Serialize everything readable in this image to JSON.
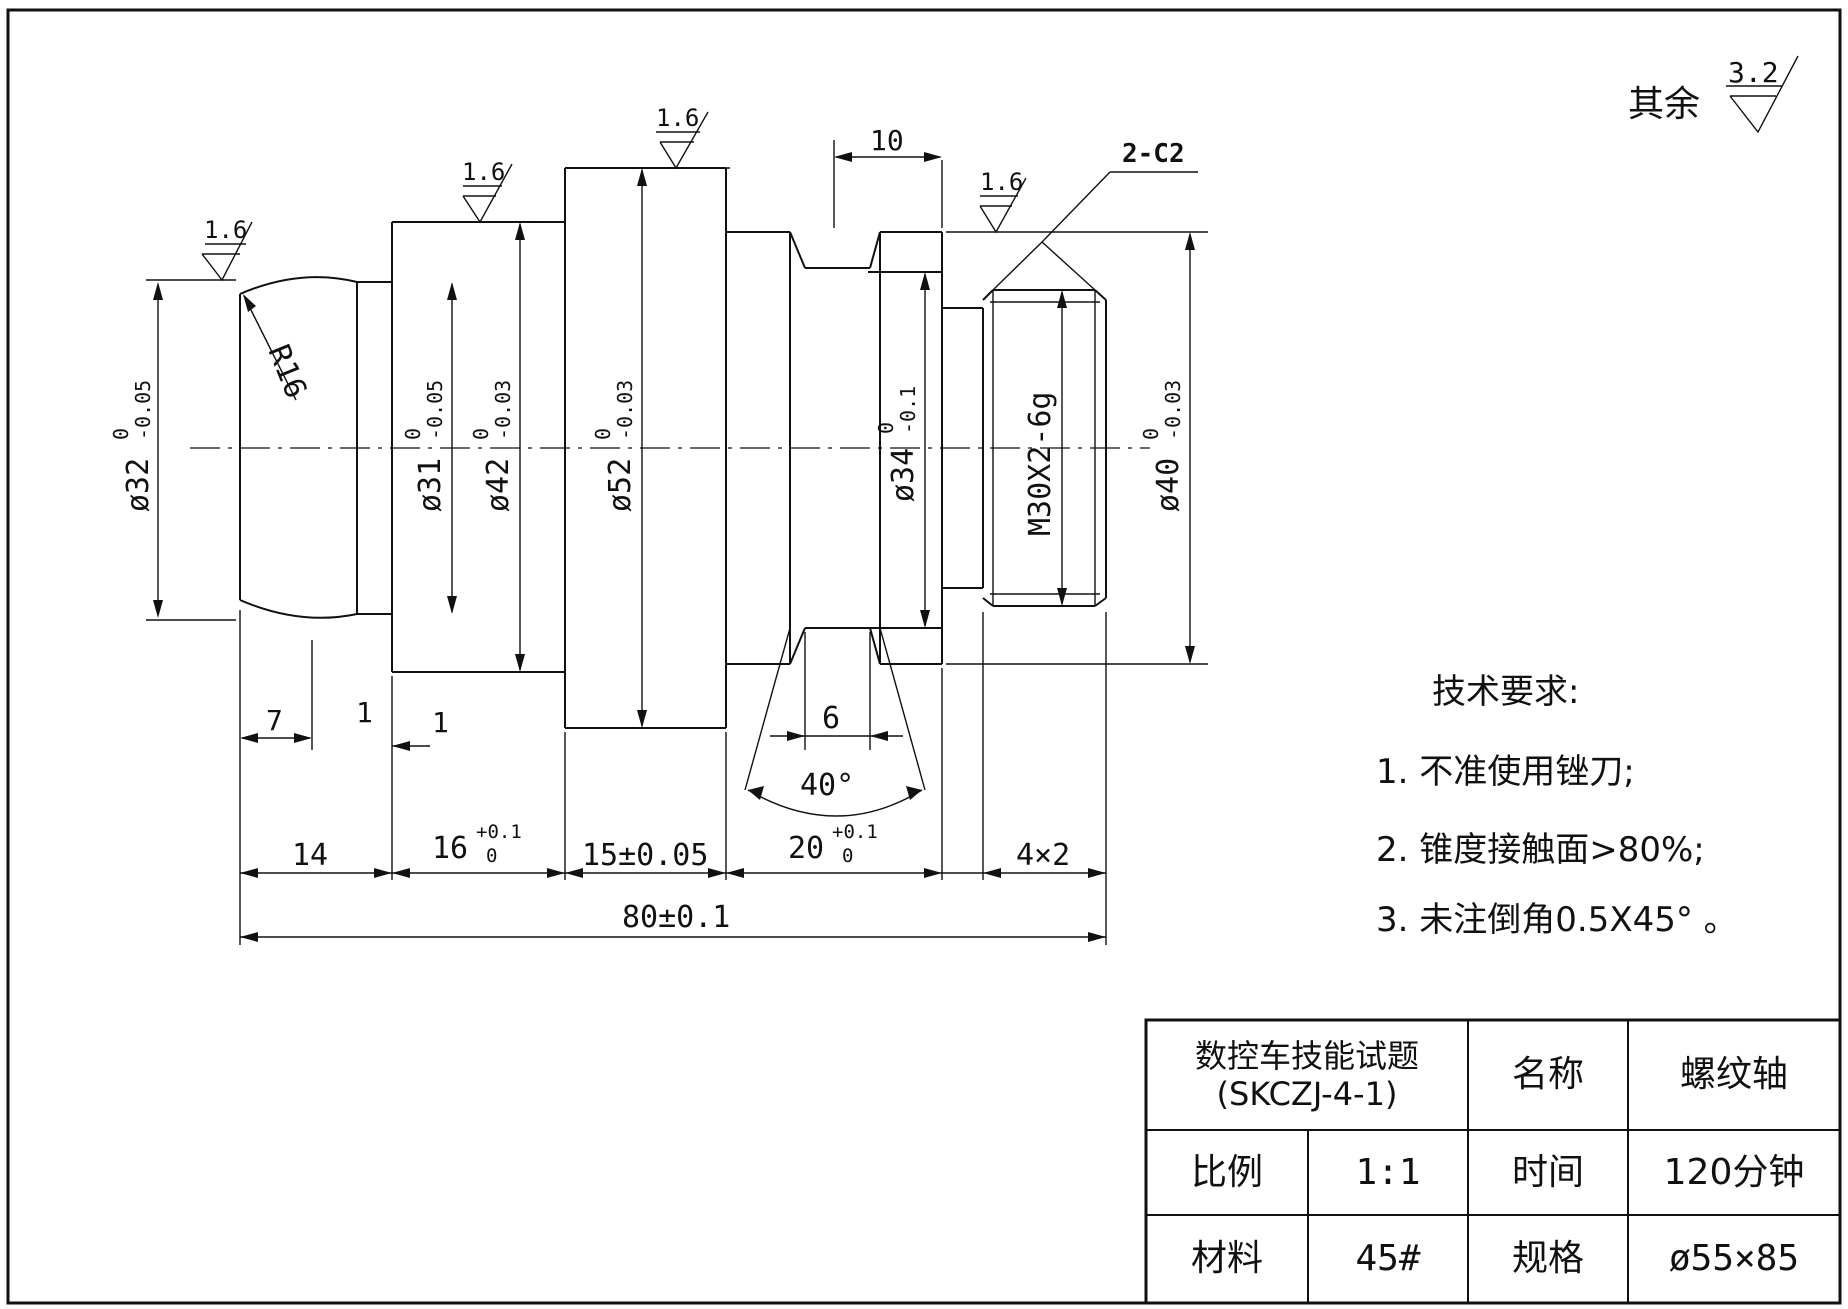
{
  "surface": {
    "other_label": "其余",
    "other_value": "3.2"
  },
  "roughness": {
    "r1": "1.6",
    "r2": "1.6",
    "r3": "1.6",
    "r4": "1.6"
  },
  "dimensions": {
    "d32": "ø32",
    "d32_tol_up": "0",
    "d32_tol_low": "-0.05",
    "r16": "R16",
    "d31": "ø31",
    "d31_tol_up": "0",
    "d31_tol_low": "-0.05",
    "d42": "ø42",
    "d42_tol_up": "0",
    "d42_tol_low": "-0.03",
    "d52": "ø52",
    "d52_tol_up": "0",
    "d52_tol_low": "-0.03",
    "d34": "ø34",
    "d34_tol_up": "0",
    "d34_tol_low": "-0.1",
    "thread": "M30X2-6g",
    "d40": "ø40",
    "d40_tol_up": "0",
    "d40_tol_low": "-0.03",
    "chamfer": "2-C2",
    "len_10": "10",
    "len_7": "7",
    "len_1a": "1",
    "len_1b": "1",
    "len_6": "6",
    "angle_40": "40°",
    "len_14": "14",
    "len_16": "16",
    "len_16_up": "+0.1",
    "len_16_low": "0",
    "len_15": "15±0.05",
    "len_20": "20",
    "len_20_up": "+0.1",
    "len_20_low": "0",
    "len_4x2": "4×2",
    "len_80": "80±0.1"
  },
  "tech_requirements": {
    "title": "技术要求:",
    "items": [
      "1. 不准使用锉刀;",
      "2. 锥度接触面>80%;",
      "3. 未注倒角0.5X45° 。"
    ]
  },
  "title_block": {
    "title_line1": "数控车技能试题",
    "title_line2": "(SKCZJ-4-1)",
    "name_label": "名称",
    "name_value": "螺纹轴",
    "scale_label": "比例",
    "scale_value": "1:1",
    "time_label": "时间",
    "time_value": "120分钟",
    "material_label": "材料",
    "material_value": "45#",
    "spec_label": "规格",
    "spec_value": "ø55×85"
  }
}
